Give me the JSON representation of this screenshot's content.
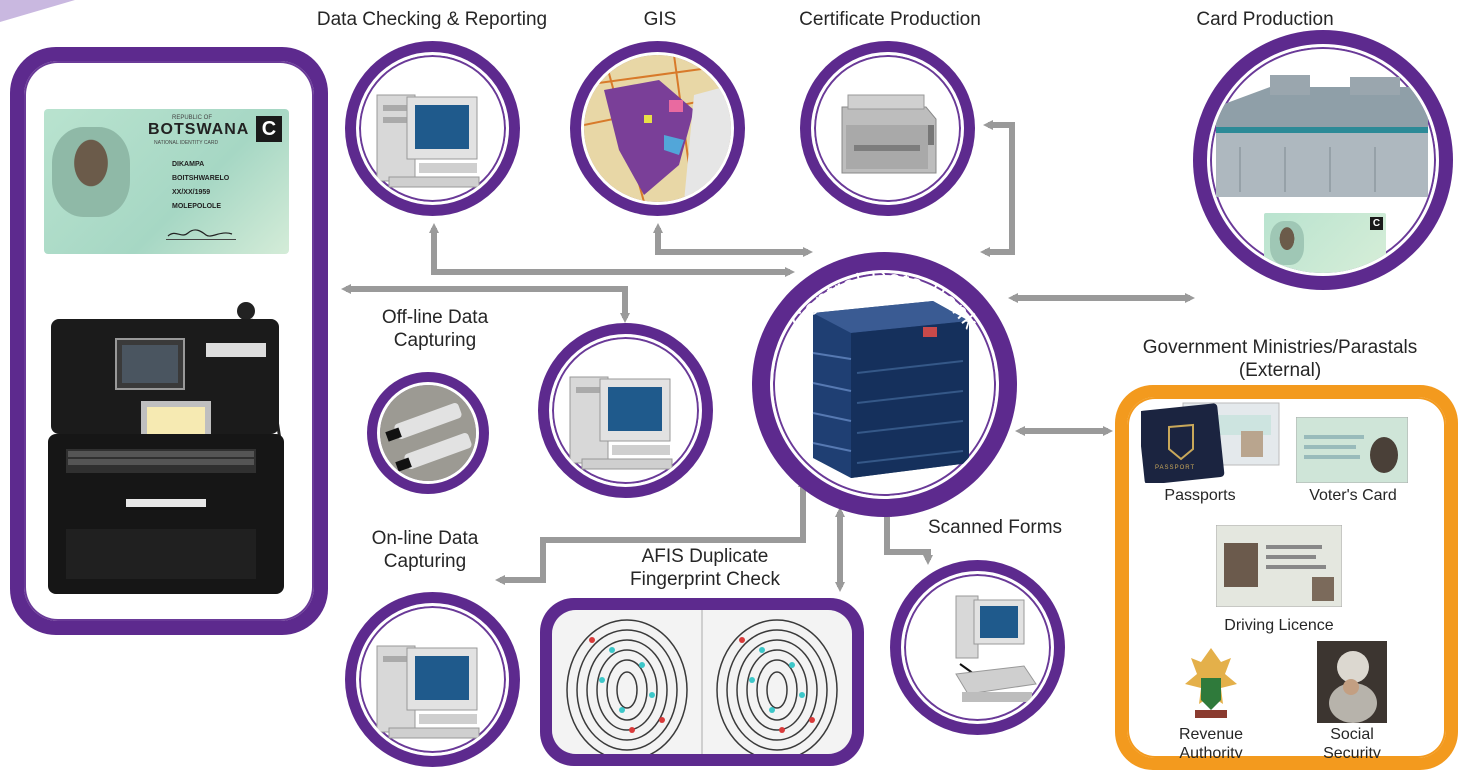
{
  "labels": {
    "data_checking": "Data Checking & Reporting",
    "gis": "GIS",
    "certificate": "Certificate Production",
    "card_production": "Card Production",
    "offline": [
      "Off-line Data",
      "Capturing"
    ],
    "online": [
      "On-line Data",
      "Capturing"
    ],
    "afis": [
      "AFIS Duplicate",
      "Fingerprint Check"
    ],
    "scanned": "Scanned Forms",
    "central": "Central Data Bank",
    "government": [
      "Government Ministries/Parastals",
      "(External)"
    ]
  },
  "id_card": {
    "country_header": "REPUBLIC OF",
    "country": "BOTSWANA",
    "doc_type": "NATIONAL IDENTITY CARD",
    "badge": "C",
    "surname": "DIKAMPA",
    "forenames": "BOITSHWARELO",
    "dob": "XX/XX/1959",
    "place": "MOLEPOLOLE"
  },
  "external": {
    "passports": "Passports",
    "passport_cover": "PASSPORT",
    "voters": "Voter's Card",
    "driving": "Driving Licence",
    "revenue": [
      "Revenue",
      "Authority"
    ],
    "social": [
      "Social",
      "Security"
    ]
  },
  "colors": {
    "purple": "#5d2a8e",
    "orange": "#f39a1e",
    "arrow": "#9a9a9a"
  }
}
